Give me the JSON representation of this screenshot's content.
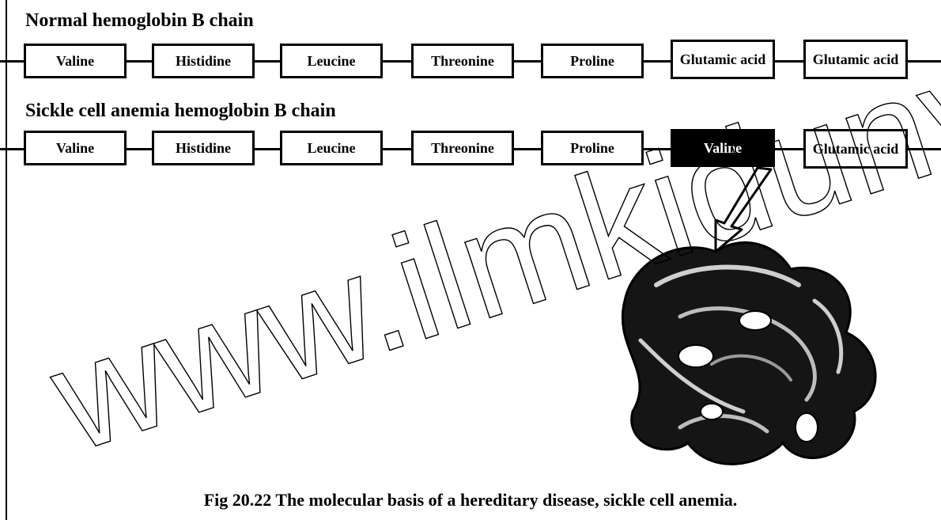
{
  "normal_chain": {
    "title": "Normal hemoglobin B chain",
    "amino_acids": [
      "Valine",
      "Histidine",
      "Leucine",
      "Threonine",
      "Proline",
      "Glutamic acid",
      "Glutamic acid"
    ]
  },
  "sickle_chain": {
    "title": "Sickle cell anemia hemoglobin B chain",
    "amino_acids": [
      "Valine",
      "Histidine",
      "Leucine",
      "Threonine",
      "Proline",
      "Valine",
      "Glutamic acid"
    ]
  },
  "caption": "Fig 20.22 The molecular basis of a hereditary disease, sickle cell anemia.",
  "watermark": "www.ilmkidunya.com",
  "colors": {
    "ink": "#000000",
    "paper": "#ffffff",
    "mutated_box": "#000000"
  }
}
